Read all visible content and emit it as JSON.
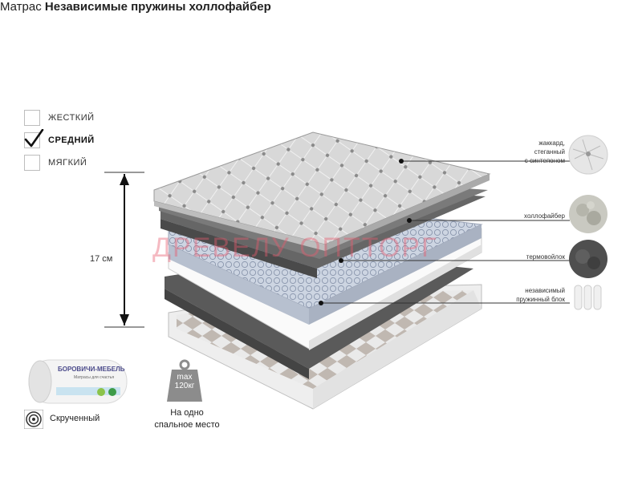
{
  "title": {
    "prefix": "Матрас",
    "name": "Независимые пружины холлофайбер"
  },
  "firmness": [
    {
      "label": "ЖЕСТКИЙ",
      "selected": false
    },
    {
      "label": "СРЕДНИЙ",
      "selected": true
    },
    {
      "label": "МЯГКИЙ",
      "selected": false
    }
  ],
  "height_label": "17 см",
  "layers": [
    {
      "lines": [
        "жаккард,",
        "стеганный",
        "с синтепоном"
      ],
      "icon": "jacquard-swatch-icon"
    },
    {
      "lines": [
        "холлофайбер"
      ],
      "icon": "hollofiber-swatch-icon"
    },
    {
      "lines": [
        "термовойлок"
      ],
      "icon": "thermofelt-swatch-icon"
    },
    {
      "lines": [
        "независимый",
        "пружинный блок"
      ],
      "icon": "pocket-springs-icon"
    }
  ],
  "watermark": "ДРЕВЕЛУ ОПТТОРГ",
  "roll": {
    "brand": "БОРОВИЧИ-МЕБЕЛЬ",
    "tagline": "Матрасы для счастья",
    "label": "Скрученный"
  },
  "weight": {
    "line1": "max",
    "line2": "120кг",
    "caption1": "На одно",
    "caption2": "спальное место"
  },
  "colors": {
    "check": "#111111",
    "layer_dark": "#5a5a5a",
    "cover_light": "#d9d9d9",
    "spring": "#c9d2e0",
    "watermark": "#e65a6e"
  }
}
